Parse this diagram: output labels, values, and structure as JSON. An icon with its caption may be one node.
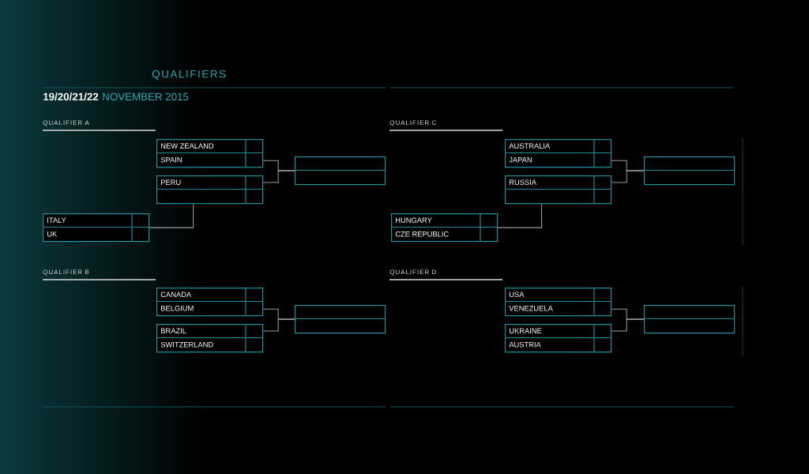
{
  "diagram": {
    "title": "QUALIFIERS",
    "nodes": [
      {
        "text": [
          "NEW ZEALAND",
          "SPAIN"
        ]
      },
      {
        "text": [
          "PERU"
        ]
      },
      {
        "text": [],
        "shape": "box"
      },
      {
        "text": [
          "ITALY",
          "UK"
        ]
      },
      {
        "text": [
          "AUSTRALIA",
          "JAPAN"
        ]
      },
      {
        "text": [
          "RUSSIA"
        ]
      },
      {
        "text": [],
        "shape": "box"
      },
      {
        "text": [
          "HUNGARY",
          "CZE REPUBLIC"
        ]
      },
      {
        "text": [
          "CANADA",
          "BELGIUM"
        ]
      },
      {
        "text": [
          "BRAZIL",
          "SWITZERLAND"
        ]
      },
      {
        "text": [],
        "shape": "box"
      },
      {
        "text": [
          "USA",
          "VENEZUELA"
        ]
      },
      {
        "text": [
          "UKRAINE",
          "AUSTRIA"
        ]
      },
      {
        "text": [],
        "shape": "box"
      }
    ],
    "edges": [
      {
        "from": 0,
        "to": 2,
        "arrow": "none"
      },
      {
        "from": 1,
        "to": 2,
        "arrow": "none"
      },
      {
        "from": 3,
        "to": 1,
        "arrow": "none"
      },
      {
        "from": 4,
        "to": 6,
        "arrow": "none"
      },
      {
        "from": 5,
        "to": 6,
        "arrow": "none"
      },
      {
        "from": 7,
        "to": 5,
        "arrow": "none"
      },
      {
        "from": 8,
        "to": 10,
        "arrow": "none"
      },
      {
        "from": 9,
        "to": 10,
        "arrow": "none"
      },
      {
        "from": 11,
        "to": 13,
        "arrow": "none"
      },
      {
        "from": 12,
        "to": 13,
        "arrow": "none"
      }
    ],
    "labels": [
      "19/20/21/22",
      "NOVEMBER 2015",
      "QUALIFIER A",
      "QUALIFIER C",
      "QUALIFIER B",
      "QUALIFIER D"
    ]
  }
}
